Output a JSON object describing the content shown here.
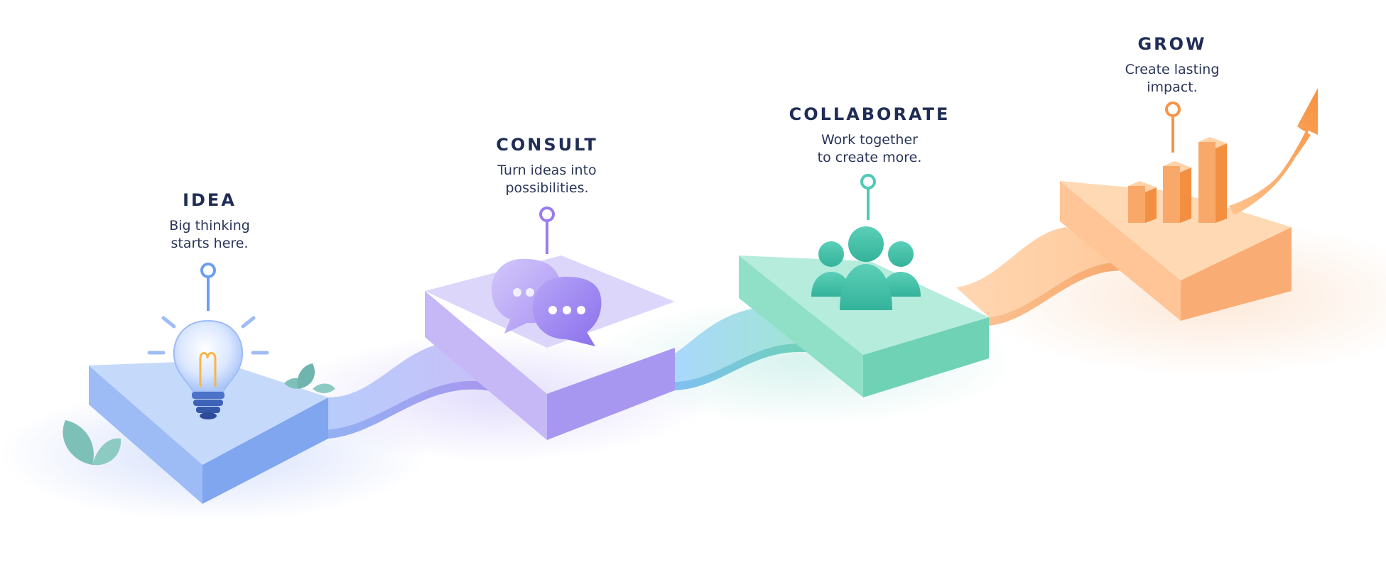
{
  "steps": [
    {
      "id": "idea",
      "title": "IDEA",
      "desc_lines": [
        "Big thinking",
        "starts here."
      ],
      "icon": "lightbulb-icon",
      "accent": "#6f9ef0",
      "top_color": "#b9d1fb",
      "left_color": "#9dbcf5",
      "right_color": "#7fa6ee"
    },
    {
      "id": "consult",
      "title": "CONSULT",
      "desc_lines": [
        "Turn ideas into",
        "possibilities."
      ],
      "icon": "chat-bubbles-icon",
      "accent": "#9a7cf0",
      "top_color": "#ddd6fb",
      "left_color": "#c6b8f7",
      "right_color": "#a897f0"
    },
    {
      "id": "collaborate",
      "title": "COLLABORATE",
      "desc_lines": [
        "Work together",
        "to create more."
      ],
      "icon": "team-people-icon",
      "accent": "#4fc9b4",
      "top_color": "#b5ecdc",
      "left_color": "#90e0c8",
      "right_color": "#6fd2b5"
    },
    {
      "id": "grow",
      "title": "GROW",
      "desc_lines": [
        "Create lasting",
        "impact."
      ],
      "icon": "growth-chart-icon",
      "accent": "#f5954a",
      "top_color": "#ffd9b4",
      "left_color": "#ffc596",
      "right_color": "#f9ad74"
    }
  ]
}
